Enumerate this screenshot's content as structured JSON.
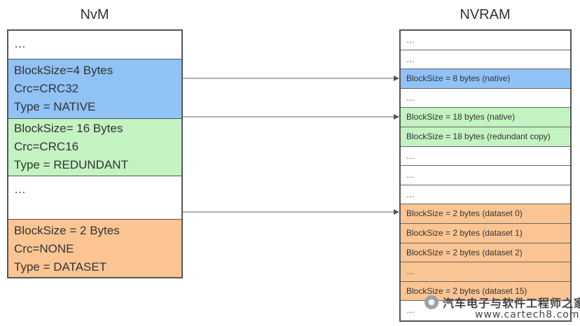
{
  "nvm": {
    "title": "NvM",
    "blocks": [
      {
        "lines": [
          "…"
        ],
        "color": "#ffffff"
      },
      {
        "lines": [
          "BlockSize=4 Bytes",
          "Crc=CRC32",
          "Type = NATIVE"
        ],
        "color": "#90c2f5"
      },
      {
        "lines": [
          "BlockSize= 16 Bytes",
          "Crc=CRC16",
          "Type = REDUNDANT"
        ],
        "color": "#c3f3c1"
      },
      {
        "lines": [
          "…"
        ],
        "color": "#ffffff"
      },
      {
        "lines": [
          "BlockSize = 2 Bytes",
          "Crc=NONE",
          "Type = DATASET"
        ],
        "color": "#fbc593"
      }
    ]
  },
  "nvram": {
    "title": "NVRAM",
    "rows": [
      {
        "label": "…",
        "color": "#ffffff"
      },
      {
        "label": "…",
        "color": "#ffffff"
      },
      {
        "label": "BlockSize = 8 bytes (native)",
        "color": "#90c2f5"
      },
      {
        "label": "…",
        "color": "#ffffff"
      },
      {
        "label": "BlockSize = 18 bytes (native)",
        "color": "#c3f3c1"
      },
      {
        "label": "BlockSize = 18 bytes (redundant copy)",
        "color": "#c3f3c1"
      },
      {
        "label": "…",
        "color": "#ffffff"
      },
      {
        "label": "…",
        "color": "#ffffff"
      },
      {
        "label": "…",
        "color": "#ffffff"
      },
      {
        "label": "BlockSize = 2 bytes (dataset 0)",
        "color": "#fbc593"
      },
      {
        "label": "BlockSize = 2 bytes (dataset 1)",
        "color": "#fbc593"
      },
      {
        "label": "BlockSize = 2 bytes (dataset 2)",
        "color": "#fbc593"
      },
      {
        "label": "…",
        "color": "#fbc593"
      },
      {
        "label": "BlockSize = 2 bytes (dataset 15)",
        "color": "#fbc593"
      },
      {
        "label": "…",
        "color": "#ffffff"
      }
    ]
  },
  "watermark": {
    "icon": "wechat-icon",
    "text_cn": "汽车电子与软件工程师之家",
    "url": "www.cartech8.com"
  }
}
